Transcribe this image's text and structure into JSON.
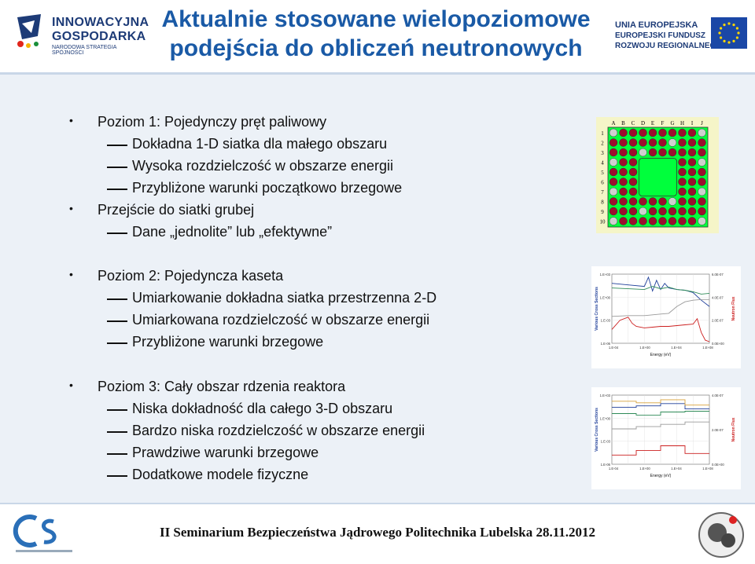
{
  "header": {
    "title_line1": "Aktualnie stosowane wielopoziomowe",
    "title_line2": "podejścia do obliczeń neutronowych",
    "left_logo": {
      "name1": "INNOWACYJNA",
      "name2": "GOSPODARKA",
      "sub": "NARODOWA STRATEGIA SPÓJNOŚCI"
    },
    "right_logo": {
      "line1": "UNIA EUROPEJSKA",
      "line2": "EUROPEJSKI FUNDUSZ",
      "line3": "ROZWOJU REGIONALNEGO"
    }
  },
  "levels": [
    {
      "title": "Poziom 1: Pojedynczy pręt paliwowy",
      "subs": [
        "Dokładna 1-D siatka dla małego obszaru",
        "Wysoka rozdzielczość w obszarze energii",
        "Przybliżone warunki początkowo brzegowe"
      ],
      "extra_title": "Przejście do siatki grubej",
      "extra_subs": [
        "Dane „jednolite” lub „efektywne”"
      ]
    },
    {
      "title": "Poziom 2: Pojedyncza kaseta",
      "subs": [
        "Umiarkowanie dokładna siatka przestrzenna 2-D",
        "Umiarkowana rozdzielczość w obszarze energii",
        "Przybliżone warunki brzegowe"
      ]
    },
    {
      "title": "Poziom 3: Cały obszar rdzenia reaktora",
      "subs": [
        "Niska dokładność dla całego 3-D obszaru",
        "Bardzo niska rozdzielczość w obszarze energii",
        "Prawdziwe warunki brzegowe",
        "Dodatkowe modele fizyczne"
      ]
    }
  ],
  "assembly_map": {
    "columns": [
      "A",
      "B",
      "C",
      "D",
      "E",
      "F",
      "G",
      "H",
      "I",
      "J"
    ],
    "rows": [
      "1",
      "2",
      "3",
      "4",
      "5",
      "6",
      "7",
      "8",
      "9",
      "10"
    ]
  },
  "chart_data": [
    {
      "type": "line",
      "xlabel": "Energy (eV)",
      "ylabel": "Various Cross Sections",
      "y2label": "Neutron Flux",
      "x_ticks": [
        "1.E-04",
        "1.E+00",
        "1.E+04",
        "1.E+08"
      ],
      "y_ticks": [
        "1.E+03",
        "1.E+00",
        "1.E-03",
        "1.E-06"
      ],
      "y2_ticks": [
        "6.0E-07",
        "4.0E-07",
        "2.0E-07",
        "0.0E+00"
      ],
      "x_log_range": [
        -4,
        8
      ],
      "y_log_range": [
        -6,
        3
      ],
      "series": [
        {
          "color": "#1f3f9a",
          "x": [
            -4,
            -2,
            0,
            0.5,
            1,
            1.5,
            2,
            2.5,
            3,
            4,
            5,
            6,
            7,
            8
          ],
          "y": [
            1.8,
            1.6,
            1.4,
            2.6,
            0.8,
            2.2,
            1.0,
            1.8,
            1.2,
            1.0,
            0.9,
            0.6,
            -0.4,
            -1.2
          ]
        },
        {
          "color": "#2e8b57",
          "x": [
            -4,
            -2,
            0,
            1,
            2,
            3,
            4,
            5,
            6,
            7,
            8
          ],
          "y": [
            1.2,
            1.1,
            1.0,
            1.4,
            1.1,
            1.3,
            1.0,
            0.9,
            0.7,
            0.4,
            0.5
          ]
        },
        {
          "color": "#9a9a9a",
          "x": [
            -4,
            -2,
            0,
            1,
            2,
            3,
            4,
            5,
            6,
            7,
            8
          ],
          "y": [
            -2.5,
            -2.4,
            -2.4,
            -2.3,
            -2.2,
            -2.1,
            -1.2,
            -0.6,
            -0.4,
            -0.3,
            -0.3
          ]
        },
        {
          "color": "#cc1f1f",
          "x": [
            -4,
            -3,
            -2,
            -1.5,
            -1,
            0,
            1,
            2,
            3,
            4,
            5,
            6,
            6.5,
            7,
            7.5,
            8
          ],
          "y": [
            -4.2,
            -3.0,
            -2.6,
            -3.4,
            -3.8,
            -4.0,
            -3.9,
            -3.8,
            -3.8,
            -3.7,
            -3.6,
            -3.5,
            -2.8,
            -4.6,
            -5.6,
            -5.8
          ]
        }
      ]
    },
    {
      "type": "line",
      "xlabel": "Energy (eV)",
      "ylabel": "Various Cross Sections",
      "y2label": "Neutron Flux",
      "x_ticks": [
        "1.E-04",
        "1.E+00",
        "1.E+04",
        "1.E+08"
      ],
      "y_ticks": [
        "1.E+03",
        "1.E+00",
        "1.E-03",
        "1.E-06"
      ],
      "y2_ticks": [
        "4.0E-07",
        "2.0E-07",
        "0.0E+00"
      ],
      "x_log_range": [
        -4,
        8
      ],
      "y_log_range": [
        -6,
        3
      ],
      "series": [
        {
          "color": "#1f3f9a",
          "x": [
            -4,
            -1,
            -1,
            2,
            2,
            5,
            5,
            8
          ],
          "y": [
            1.4,
            1.4,
            1.6,
            1.6,
            1.9,
            1.9,
            1.2,
            1.2
          ]
        },
        {
          "color": "#2e8b57",
          "x": [
            -4,
            -1,
            -1,
            2,
            2,
            5,
            5,
            8
          ],
          "y": [
            0.6,
            0.6,
            0.4,
            0.4,
            0.8,
            0.8,
            0.9,
            0.9
          ]
        },
        {
          "color": "#d8a23a",
          "x": [
            -4,
            -1,
            -1,
            2,
            2,
            5,
            5,
            8
          ],
          "y": [
            2.2,
            2.2,
            2.0,
            2.0,
            2.4,
            2.4,
            1.7,
            1.7
          ]
        },
        {
          "color": "#cc1f1f",
          "x": [
            -4,
            -1,
            -1,
            2,
            2,
            5,
            5,
            8
          ],
          "y": [
            -4.8,
            -4.8,
            -4.2,
            -4.2,
            -3.6,
            -3.6,
            -4.6,
            -4.6
          ]
        },
        {
          "color": "#9a9a9a",
          "x": [
            -4,
            -1,
            -1,
            2,
            2,
            5,
            5,
            8
          ],
          "y": [
            -1.4,
            -1.4,
            -1.1,
            -1.1,
            -0.8,
            -0.8,
            -0.5,
            -0.5
          ]
        }
      ]
    }
  ],
  "footer": {
    "text": "II Seminarium Bezpieczeństwa Jądrowego Politechnika Lubelska 28.11.2012"
  },
  "colors": {
    "title": "#1a5aa6",
    "content_bg": "#ecf1f7",
    "water": "#00ff3c",
    "fuel": "#9c0f2e",
    "map_bg": "#f5f5c8"
  }
}
